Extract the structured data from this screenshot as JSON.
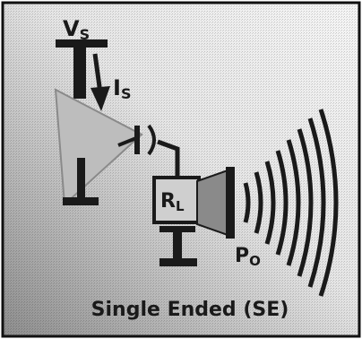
{
  "diagram": {
    "caption": "Single Ended (SE)",
    "labels": {
      "supply_voltage": {
        "main": "V",
        "sub": "S"
      },
      "supply_current": {
        "main": "I",
        "sub": "S"
      },
      "load": {
        "main": "R",
        "sub": "L"
      },
      "output_power": {
        "main": "P",
        "sub": "O"
      }
    },
    "colors": {
      "ink": "#1a1a1a",
      "paper_light": "#f4f4f4",
      "paper_dark": "#9a9a9a",
      "amp_fill": "#bdbdbd",
      "speaker_fill": "#8a8a8a"
    },
    "icons": [
      "supply-rail",
      "current-arrow",
      "amplifier-triangle",
      "capacitor",
      "load-resistor",
      "ground-symbol",
      "speaker",
      "sound-waves"
    ]
  }
}
